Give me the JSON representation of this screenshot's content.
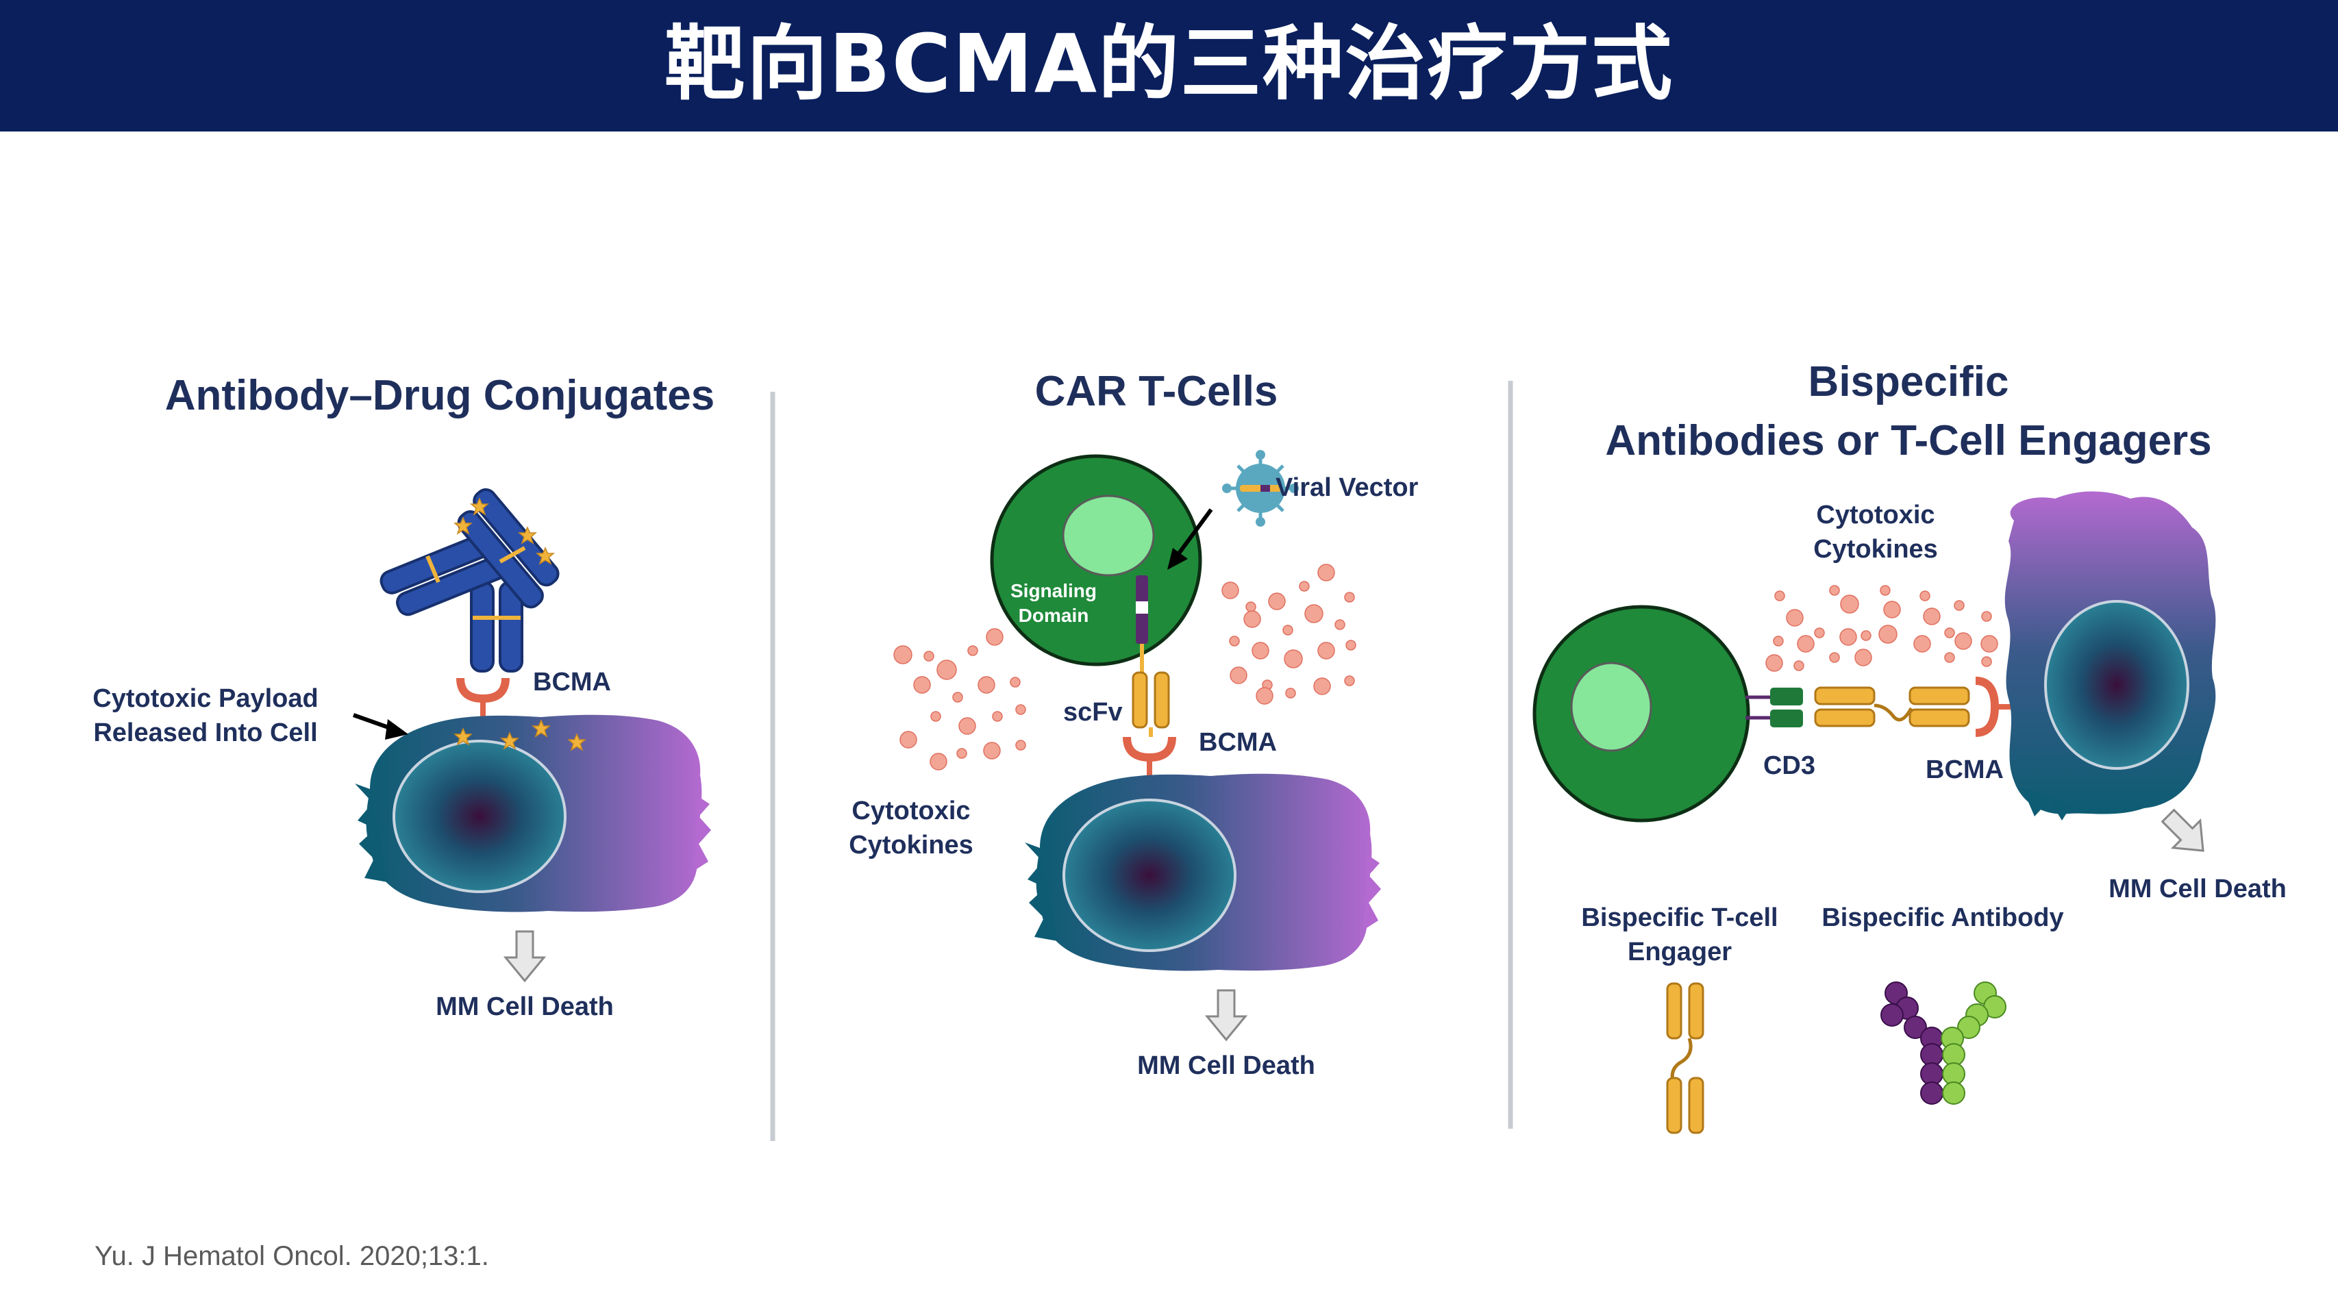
{
  "header": {
    "title": "靶向BCMA的三种治疗方式"
  },
  "panels": {
    "adc": {
      "title": "Antibody–Drug Conjugates",
      "payload_line1": "Cytotoxic Payload",
      "payload_line2": "Released Into Cell",
      "bcma": "BCMA",
      "death": "MM Cell Death"
    },
    "car": {
      "title": "CAR T-Cells",
      "viral_vector": "Viral Vector",
      "signaling_line1": "Signaling",
      "signaling_line2": "Domain",
      "scfv": "scFv",
      "bcma": "BCMA",
      "cytokines_line1": "Cytotoxic",
      "cytokines_line2": "Cytokines",
      "death": "MM Cell Death"
    },
    "bispecific": {
      "title_line1": "Bispecific",
      "title_line2": "Antibodies or T-Cell Engagers",
      "cytokines_line1": "Cytotoxic",
      "cytokines_line2": "Cytokines",
      "cd3": "CD3",
      "bcma": "BCMA",
      "death": "MM Cell Death",
      "engager_line1": "Bispecific T-cell",
      "engager_line2": "Engager",
      "antibody": "Bispecific Antibody"
    }
  },
  "citation": "Yu. J Hematol Oncol. 2020;13:1.",
  "colors": {
    "header_bg": "#0a1f5c",
    "title_text": "#1f2f5c",
    "t_cell": "#1f8a3a",
    "nucleus_light": "#86e69a",
    "mm_cell_teal": "#0d5c73",
    "mm_cell_purple": "#b46ad0",
    "cytokine": "#f2a595",
    "linker_gold": "#f0b43c",
    "receptor_orange": "#e0644a",
    "antibody_blue": "#2a4fa8",
    "ab_purple": "#6a2a7a",
    "ab_green": "#94d050"
  }
}
